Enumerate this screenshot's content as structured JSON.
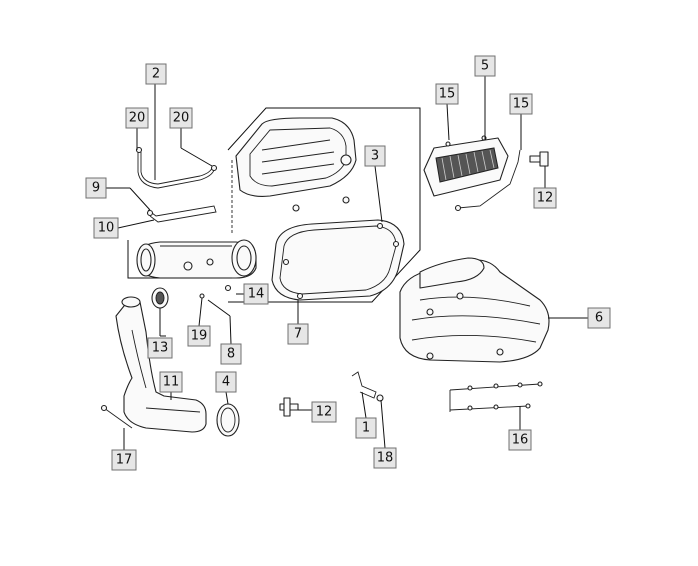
{
  "labels": [
    {
      "id": "l2",
      "text": "2"
    },
    {
      "id": "l20a",
      "text": "20"
    },
    {
      "id": "l20b",
      "text": "20"
    },
    {
      "id": "l9",
      "text": "9"
    },
    {
      "id": "l10",
      "text": "10"
    },
    {
      "id": "l3",
      "text": "3"
    },
    {
      "id": "l5",
      "text": "5"
    },
    {
      "id": "l15a",
      "text": "15"
    },
    {
      "id": "l15b",
      "text": "15"
    },
    {
      "id": "l12a",
      "text": "12"
    },
    {
      "id": "l6",
      "text": "6"
    },
    {
      "id": "l14",
      "text": "14"
    },
    {
      "id": "l13",
      "text": "13"
    },
    {
      "id": "l19",
      "text": "19"
    },
    {
      "id": "l7",
      "text": "7"
    },
    {
      "id": "l8",
      "text": "8"
    },
    {
      "id": "l11",
      "text": "11"
    },
    {
      "id": "l4",
      "text": "4"
    },
    {
      "id": "l12b",
      "text": "12"
    },
    {
      "id": "l1",
      "text": "1"
    },
    {
      "id": "l18",
      "text": "18"
    },
    {
      "id": "l16",
      "text": "16"
    },
    {
      "id": "l17",
      "text": "17"
    }
  ]
}
